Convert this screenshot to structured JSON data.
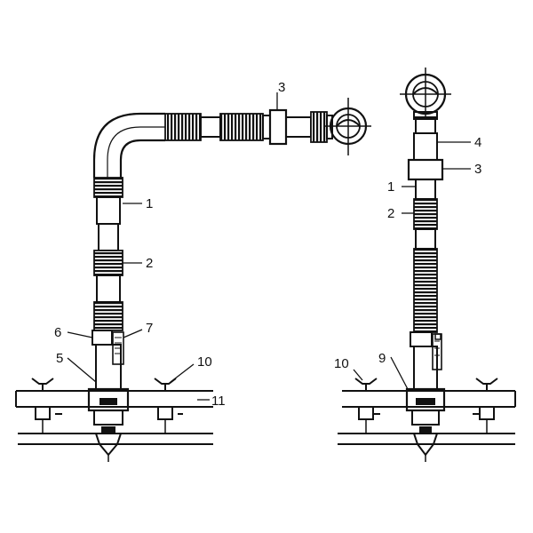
{
  "diagram": {
    "colors": {
      "ink": "#111111",
      "paper": "#ffffff"
    },
    "labels": {
      "left": {
        "n1": "1",
        "n2": "2",
        "n3": "3",
        "n5": "5",
        "n6": "6",
        "n7": "7",
        "n10": "10",
        "n11": "11"
      },
      "right": {
        "n1": "1",
        "n2": "2",
        "n3": "3",
        "n4": "4",
        "n9": "9",
        "n10": "10"
      }
    }
  }
}
